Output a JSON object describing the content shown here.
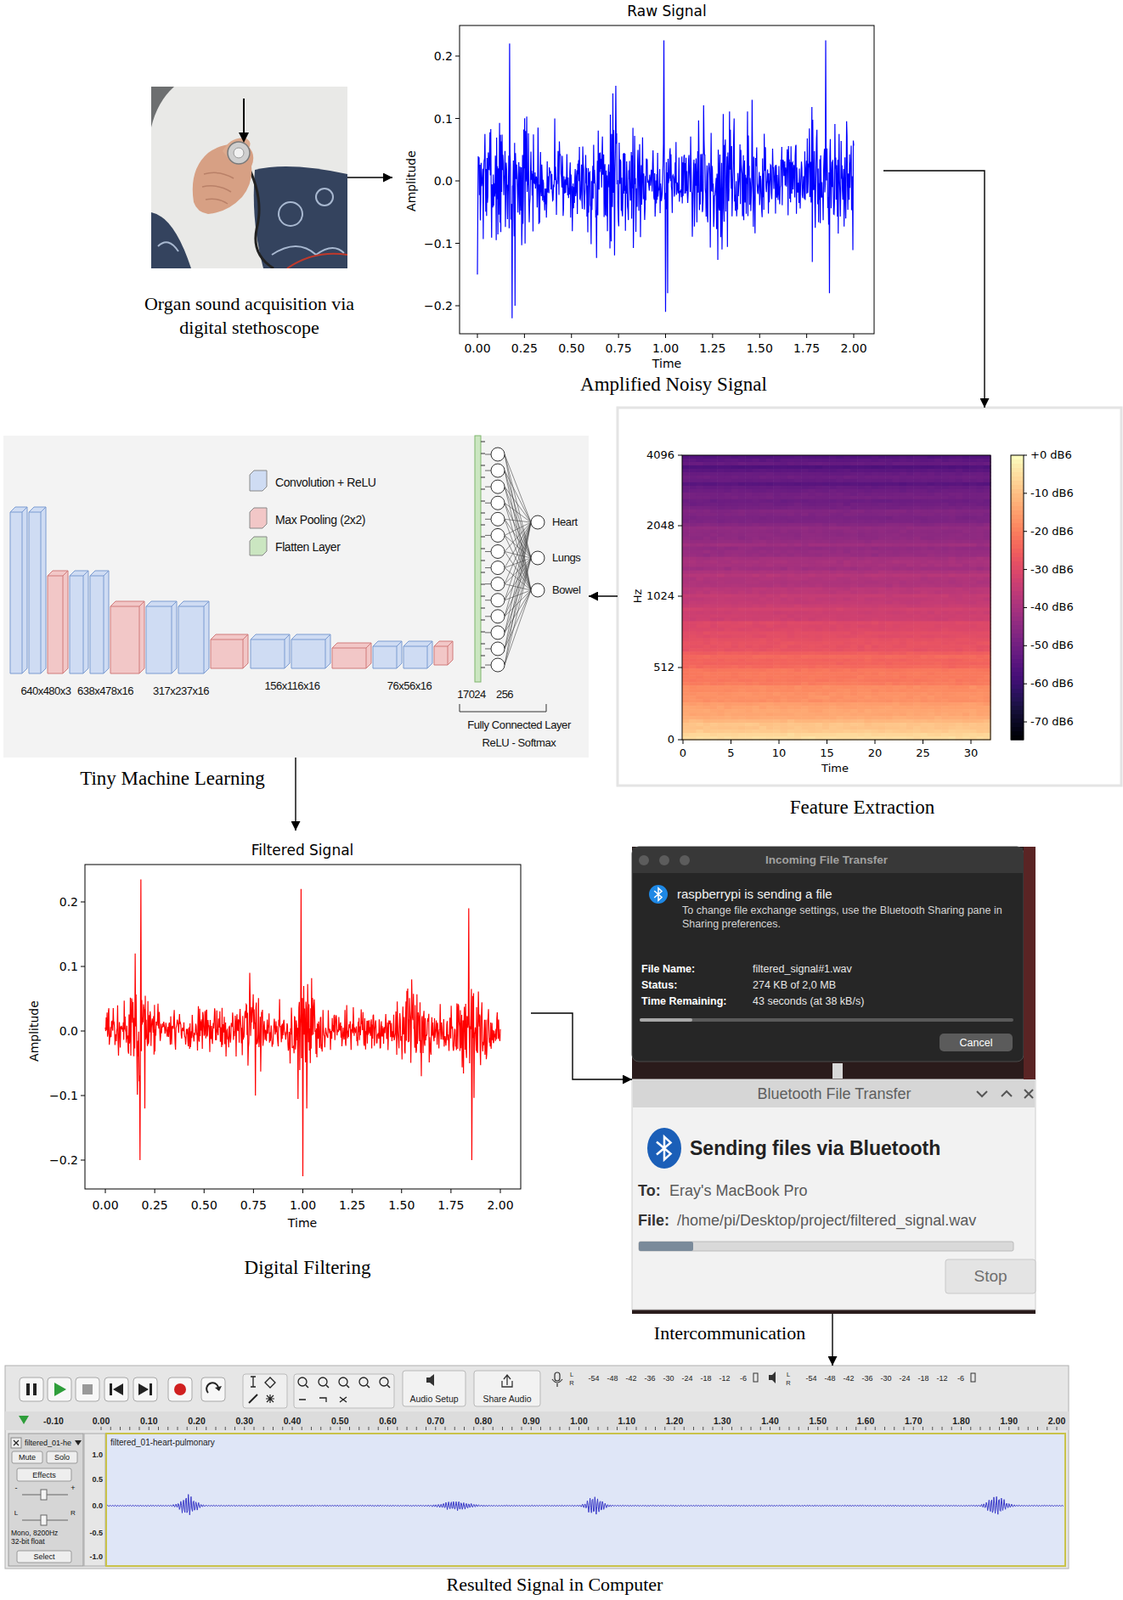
{
  "diagram": {
    "nodes": [
      {
        "text": [
          "Organ sound acquisition via digital stethoscope"
        ]
      },
      {
        "text": [
          "Raw Signal",
          "Amplified Noisy Signal"
        ]
      },
      {
        "text": [
          "Feature Extraction"
        ]
      },
      {
        "text": [
          "Tiny Machine Learning"
        ]
      },
      {
        "text": [
          "Filtered Signal",
          "Digital Filtering"
        ]
      },
      {
        "text": [
          "Intercommunication"
        ]
      },
      {
        "text": [
          "Incoming File Transfer",
          "raspberrypi is sending a file",
          "To change file exchange settings, use the Bluetooth Sharing pane in Sharing preferences.",
          "File Name:",
          "filtered_signal#1.wav",
          "Status:",
          "274 KB of 2,0 MB",
          "Time Remaining:",
          "43 seconds (at 38 kB/s)"
        ],
        "in": 5
      },
      {
        "text": [
          "Cancel"
        ],
        "in": 6
      },
      {
        "text": [
          "Bluetooth File Transfer",
          "Sending files via Bluetooth",
          "To:",
          "Eray's MacBook Pro",
          "File:",
          "/home/pi/Desktop/project/filtered_signal.wav"
        ],
        "in": 5
      },
      {
        "text": [
          "Stop"
        ],
        "in": 8
      },
      {
        "text": [
          "Resulted Signal in Computer"
        ]
      }
    ],
    "edges": [
      {
        "from": 0,
        "to": 1,
        "arrow": "to"
      },
      {
        "from": 1,
        "to": 2,
        "arrow": "to"
      },
      {
        "from": 2,
        "to": 3,
        "arrow": "to"
      },
      {
        "from": 3,
        "to": 4,
        "arrow": "to"
      },
      {
        "from": 4,
        "to": 5,
        "arrow": "to"
      },
      {
        "from": 5,
        "to": 10,
        "arrow": "to"
      }
    ],
    "labels": [
      "0.2",
      "0.1",
      "0.0",
      "−0.1",
      "−0.2",
      "0.00",
      "0.25",
      "0.50",
      "0.75",
      "1.00",
      "1.25",
      "1.50",
      "1.75",
      "2.00",
      "Time",
      "Amplitude",
      "4096",
      "2048",
      "1024",
      "512",
      "0",
      "Hz",
      "0",
      "5",
      "10",
      "15",
      "20",
      "25",
      "30",
      "Time",
      "+0 dB6",
      "-10 dB6",
      "-20 dB6",
      "-30 dB6",
      "-40 dB6",
      "-50 dB6",
      "-60 dB6",
      "-70 dB6",
      "640x480x3",
      "638x478x16",
      "317x237x16",
      "156x116x16",
      "76x56x16",
      "17024",
      "256",
      "Heart",
      "Lungs",
      "Bowel",
      "Fully Connected Layer",
      "ReLU - Softmax",
      "0.2",
      "0.1",
      "0.0",
      "−0.1",
      "−0.2",
      "0.00",
      "0.25",
      "0.50",
      "0.75",
      "1.00",
      "1.25",
      "1.50",
      "1.75",
      "2.00",
      "Time",
      "Amplitude",
      "Audio Setup",
      "Share Audio",
      "L",
      "R",
      "-54",
      "-48",
      "-42",
      "-36",
      "-30",
      "-24",
      "-18",
      "-12",
      "-6",
      "L",
      "R",
      "-54",
      "-48",
      "-42",
      "-36",
      "-30",
      "-24",
      "-18",
      "-12",
      "-6",
      "-0.10",
      "0.00",
      "0.10",
      "0.20",
      "0.30",
      "0.40",
      "0.50",
      "0.60",
      "0.70",
      "0.80",
      "0.90",
      "1.00",
      "1.10",
      "1.20",
      "1.30",
      "1.40",
      "1.50",
      "1.60",
      "1.70",
      "1.80",
      "1.90",
      "2.00",
      "filtered_01-he",
      "Mute",
      "Solo",
      "Effects",
      "-",
      "+",
      "L",
      "R",
      "Mono, 8200Hz",
      "32-bit float",
      "Select",
      "filtered_01-heart-pulmonary",
      "1.0",
      "0.5",
      "0.0",
      "-0.5",
      "-1.0"
    ],
    "legend": [
      {
        "text": "Convolution + ReLU",
        "color": "#cfdcf3"
      },
      {
        "text": "Max Pooling (2x2)",
        "color": "#f2c7c7"
      },
      {
        "text": "Flatten Layer",
        "color": "#cbe6c1"
      }
    ]
  }
}
